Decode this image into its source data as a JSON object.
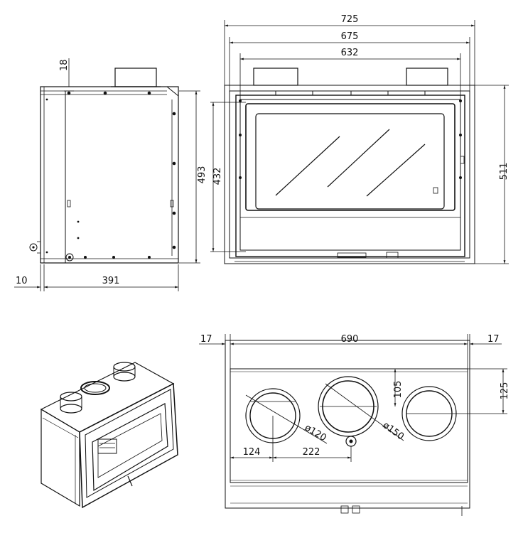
{
  "side_view": {
    "dim_top": "18",
    "dim_height": "493",
    "dim_front": "10",
    "dim_depth": "391"
  },
  "front_view": {
    "dim_outer_width": "725",
    "dim_mid_width": "675",
    "dim_inner_width": "632",
    "dim_glass_height": "432",
    "dim_total_height": "511"
  },
  "top_view": {
    "dim_left_margin": "17",
    "dim_width": "690",
    "dim_right_margin": "17",
    "dim_center_depth": "105",
    "dim_side_depth": "125",
    "dim_left_offset": "124",
    "dim_center_offset": "222",
    "dia_small": "ø120",
    "dia_large": "ø150"
  }
}
